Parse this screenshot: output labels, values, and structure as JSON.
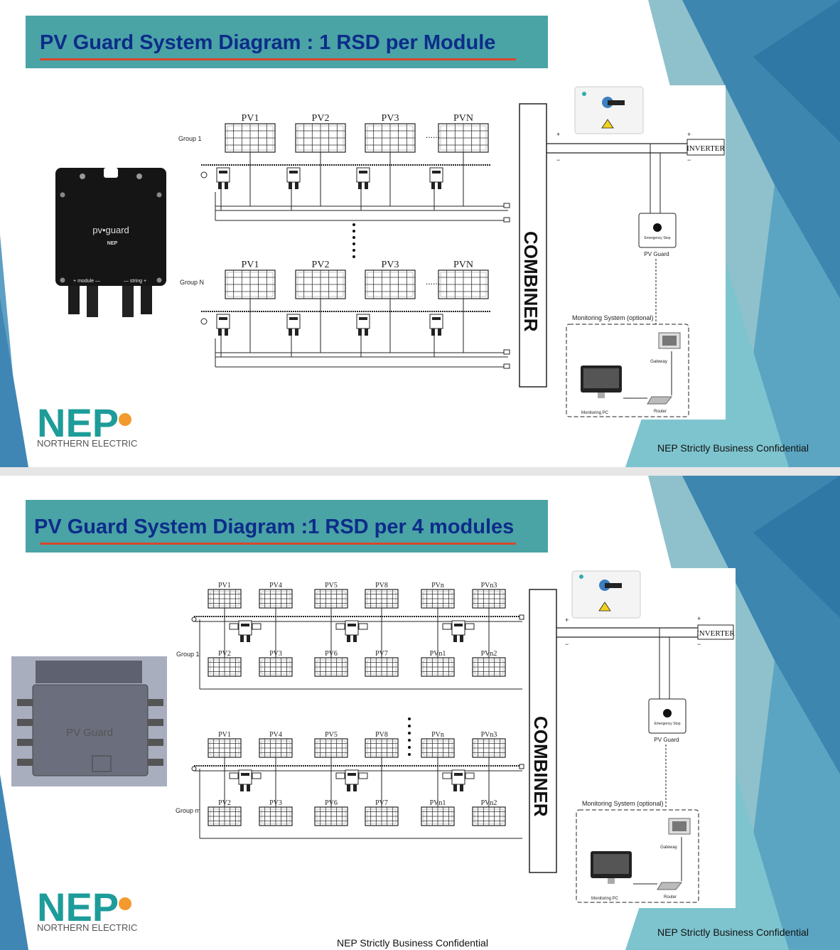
{
  "slides": [
    {
      "title": "PV Guard System Diagram : 1 RSD per Module",
      "device_label": "pv•guard",
      "device_brand": "NEP",
      "device_port_module": "+ module —",
      "device_port_string": "— string +",
      "groups": [
        {
          "label": "Group 1",
          "modules": [
            "PV1",
            "PV2",
            "PV3",
            "PVN"
          ]
        },
        {
          "label": "Group N",
          "modules": [
            "PV1",
            "PV2",
            "PV3",
            "PVN"
          ]
        }
      ],
      "combiner": "COMBINER",
      "inverter": "INVERTER",
      "emergency_stop": "Emergency Stop",
      "pv_guard": "PV Guard",
      "monitoring_title": "Monitoring System (optional)",
      "gateway": "Gateway",
      "monitoring_pc": "Monitoring PC",
      "router": "Router",
      "footer": "NEP Strictly Business Confidential",
      "logo_text": "NEP",
      "logo_caption": "NORTHERN ELECTRIC"
    },
    {
      "title": "PV Guard System Diagram :1 RSD per 4 modules",
      "device_label": "PV Guard",
      "groups": [
        {
          "label": "Group 1",
          "top_modules": [
            "PV1",
            "PV4",
            "PV5",
            "PV8",
            "PVn",
            "PVn3"
          ],
          "bottom_modules": [
            "PV2",
            "PV3",
            "PV6",
            "PV7",
            "PVn1",
            "PVn2"
          ]
        },
        {
          "label": "Group m",
          "top_modules": [
            "PV1",
            "PV4",
            "PV5",
            "PV8",
            "PVn",
            "PVn3"
          ],
          "bottom_modules": [
            "PV2",
            "PV3",
            "PV6",
            "PV7",
            "PVn1",
            "PVn2"
          ]
        }
      ],
      "combiner": "COMBINER",
      "inverter": "INVERTER",
      "emergency_stop": "Emergency Stop",
      "pv_guard": "PV Guard",
      "monitoring_title": "Monitoring System (optional)",
      "gateway": "Gateway",
      "monitoring_pc": "Monitoring PC",
      "router": "Router",
      "footer": "NEP Strictly Business Confidential",
      "footer_center": "NEP Strictly Business Confidential",
      "logo_text": "NEP",
      "logo_caption": "NORTHERN ELECTRIC"
    }
  ],
  "colors": {
    "title_bar": "#4aa3a5",
    "title_text": "#0c2c8a",
    "underline": "#d9472b",
    "logo_teal": "#1d9c9a",
    "logo_orange": "#f29a2e",
    "deco_blue": "#3d86b0"
  }
}
